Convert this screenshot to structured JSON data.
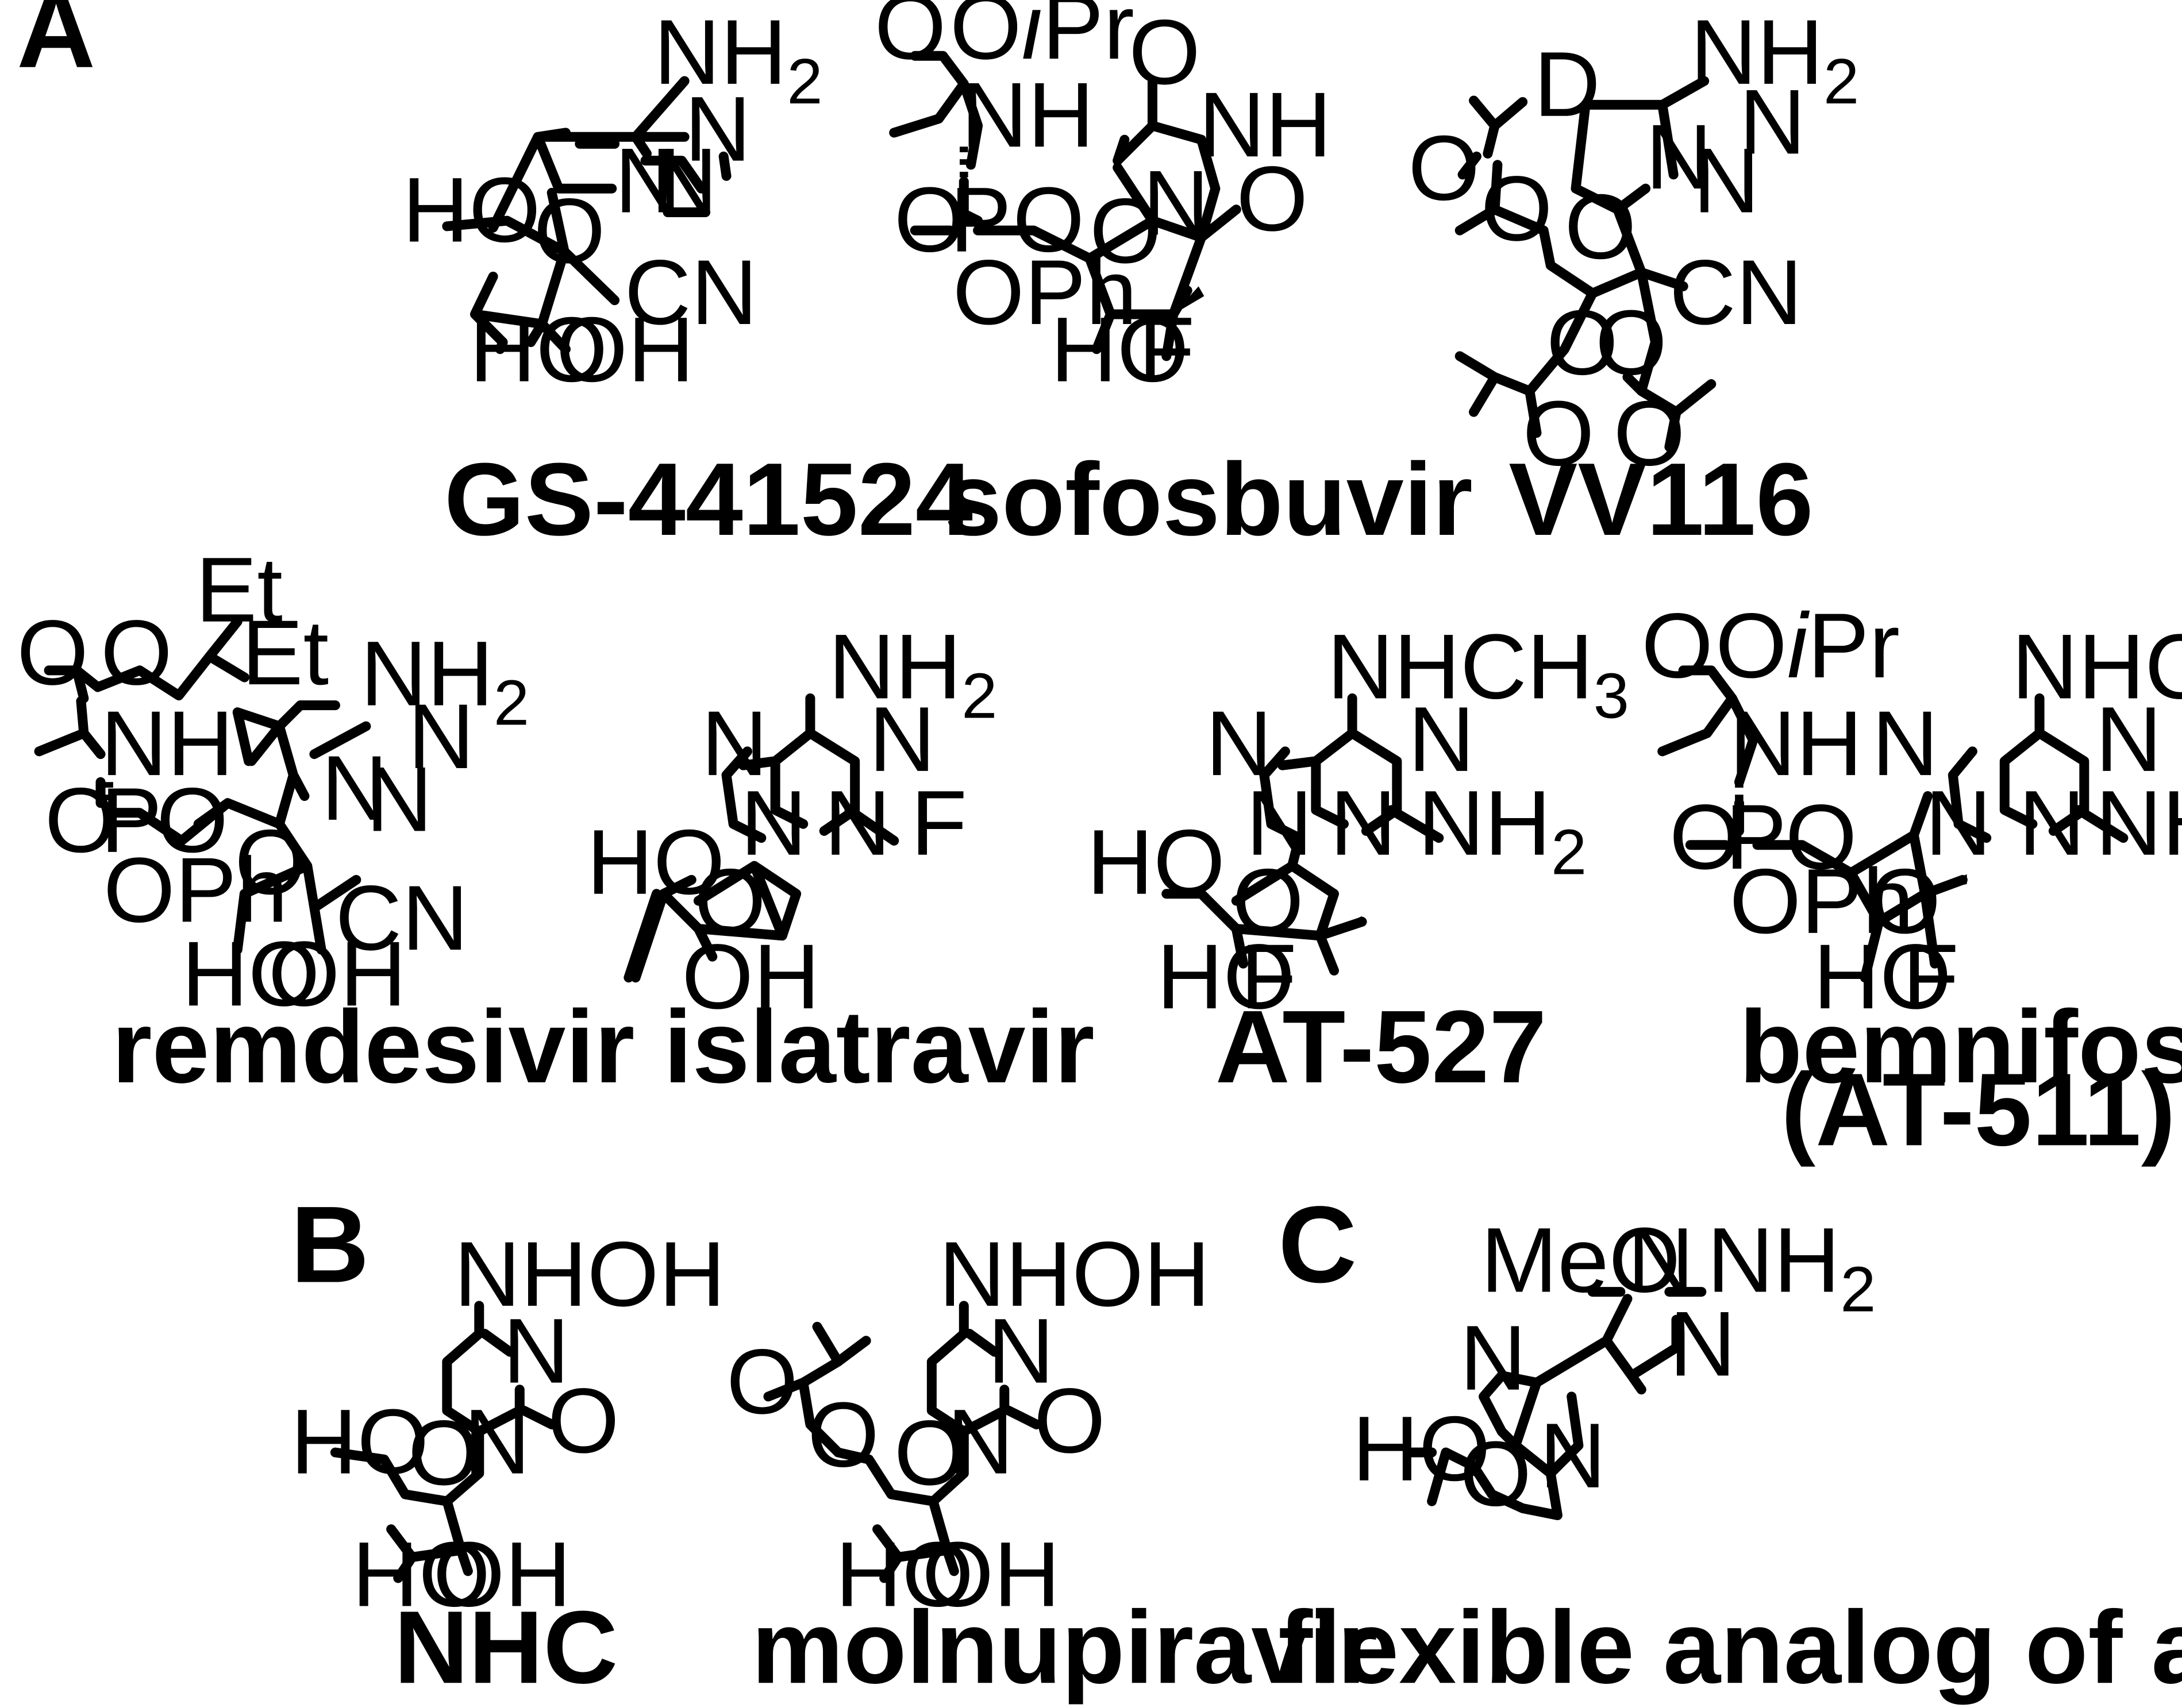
{
  "panels": {
    "a": "A",
    "b": "B",
    "c": "C"
  },
  "compounds": {
    "gs441524": {
      "name": "GS-441524"
    },
    "sofosbuvir": {
      "name": "sofosbuvir"
    },
    "vv116": {
      "name": "VV116"
    },
    "remdesivir": {
      "name": "remdesivir"
    },
    "islatravir": {
      "name": "islatravir"
    },
    "at527": {
      "name": "AT-527"
    },
    "bemnifosbuvir": {
      "name": "bemnifosbuvir",
      "name_line2": "(AT-511)"
    },
    "nhc": {
      "name": "NHC"
    },
    "molnupiravir": {
      "name": "molnupiravir"
    },
    "acyclovir_analog": {
      "name": "flexible analog of acyclovir"
    }
  },
  "atoms": {
    "NH": "NH",
    "H2": "2",
    "H3": "3",
    "N": "N",
    "O": "O",
    "F": "F",
    "D": "D",
    "P": "P",
    "HO": "HO",
    "OH": "OH",
    "CN": "CN",
    "OPh": "OPh",
    "O_iPr_O": "O",
    "O_iPr_i": "i",
    "O_iPr_Pr": "Pr",
    "Et": "Et",
    "NHCH": "NHCH",
    "NHOH": "NHOH",
    "MeO": "MeO"
  }
}
